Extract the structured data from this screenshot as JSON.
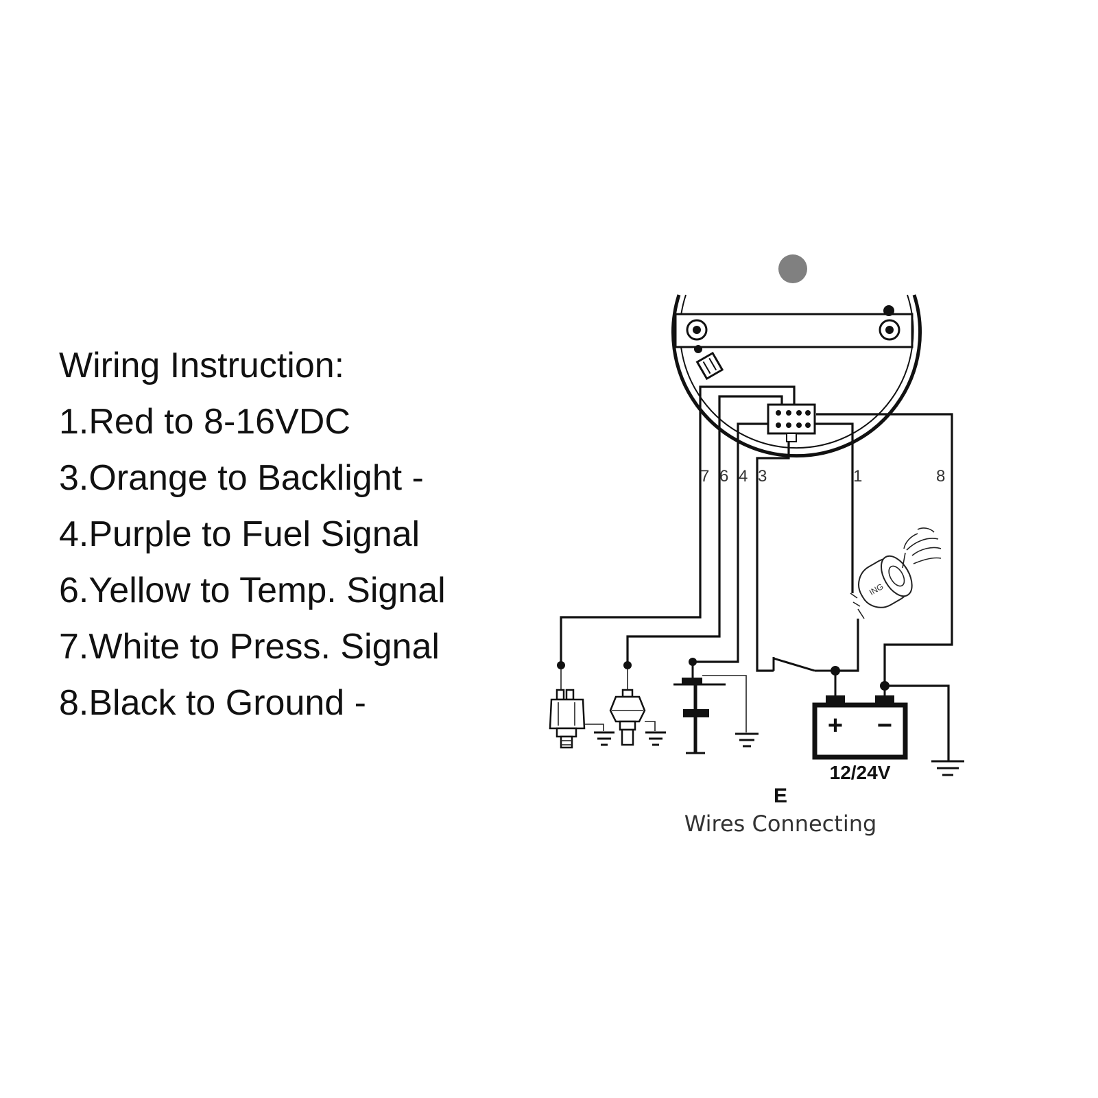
{
  "instructions": {
    "title": "Wiring Instruction:",
    "items": [
      "1.Red to 8-16VDC",
      "3.Orange to Backlight -",
      "4.Purple to Fuel Signal",
      "6.Yellow to Temp. Signal",
      "7.White to Press. Signal",
      "8.Black to Ground -"
    ]
  },
  "diagram": {
    "wire_labels": {
      "w7": "7",
      "w6": "6",
      "w4": "4",
      "w3": "3",
      "w1": "1",
      "w8": "8"
    },
    "battery": {
      "plus": "+",
      "minus": "−",
      "voltage": "12/24V"
    },
    "switch_marking": "ING",
    "caption_letter": "E",
    "caption": "Wires Connecting"
  },
  "colors": {
    "line": "#111111",
    "dot": "#808080"
  }
}
